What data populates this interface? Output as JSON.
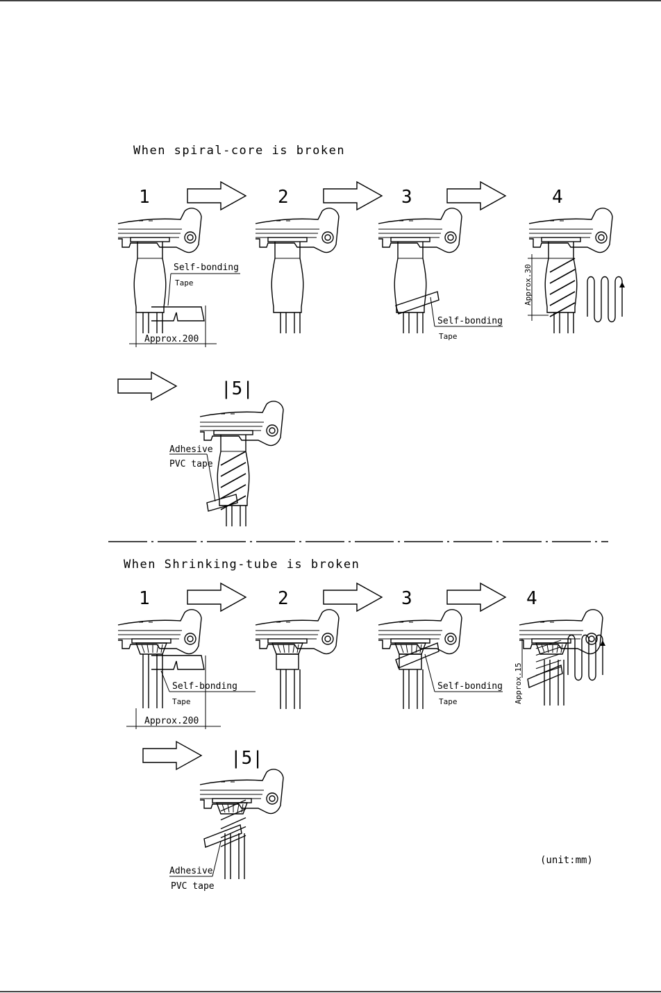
{
  "section1": {
    "title": "When spiral-core is broken",
    "steps": [
      "1",
      "2",
      "3",
      "4",
      "|5|"
    ],
    "labels": {
      "self_bonding_1": "Self-bonding",
      "tape_1": "Tape",
      "approx_200": "Approx.200",
      "self_bonding_3": "Self-bonding",
      "tape_3": "Tape",
      "approx_30": "Approx.30",
      "adhesive": "Adhesive",
      "pvc_tape": "PVC tape"
    }
  },
  "section2": {
    "title": "When Shrinking-tube is broken",
    "steps": [
      "1",
      "2",
      "3",
      "4",
      "|5|"
    ],
    "labels": {
      "self_bonding_1": "Self-bonding",
      "tape_1": "Tape",
      "approx_200": "Approx.200",
      "self_bonding_3": "Self-bonding",
      "tape_3": "Tape",
      "approx_15": "Approx.15",
      "adhesive": "Adhesive",
      "pvc_tape": "PVC tape"
    }
  },
  "unit_note": "(unit:mm)"
}
